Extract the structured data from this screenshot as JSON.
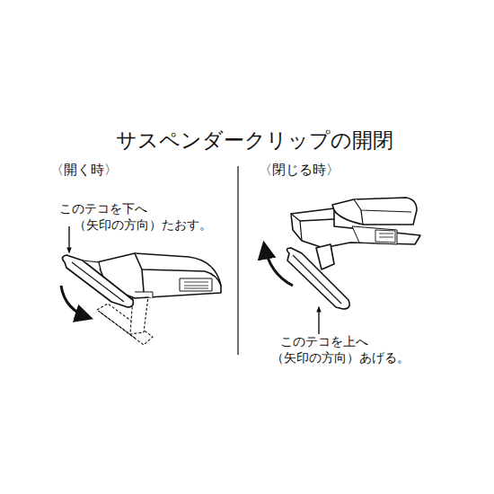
{
  "diagram": {
    "title": "サスペンダークリップの開閉",
    "labels": [
      "〈開く時〉",
      "このテコを下へ",
      "（矢印の方向）たおす。",
      "〈閉じる時〉",
      "このテコを上へ",
      "（矢印の方向）あげる。"
    ]
  }
}
